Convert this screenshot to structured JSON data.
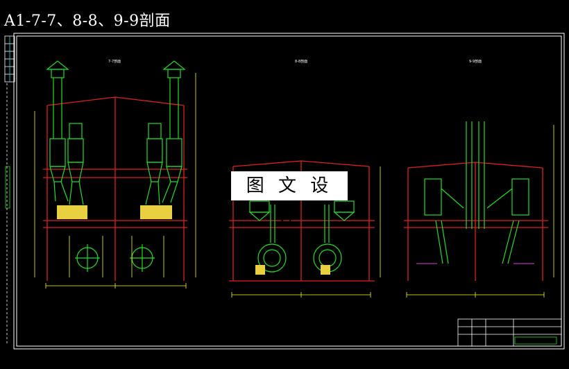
{
  "title": "A1-7-7、8-8、9-9剖面",
  "watermark": "图 文 设 计",
  "colors": {
    "background": "#000000",
    "frame": "#ffffff",
    "building": "#e02020",
    "equipment": "#20e020",
    "dimension": "#ffff00",
    "insulation": "#e8d040",
    "detail": "#e040e0",
    "accent": "#20e0e0"
  },
  "sections": [
    {
      "name": "section-7-7",
      "label": "7-7剖面"
    },
    {
      "name": "section-8-8",
      "label": "8-8剖面"
    },
    {
      "name": "section-9-9",
      "label": "9-9剖面"
    }
  ]
}
